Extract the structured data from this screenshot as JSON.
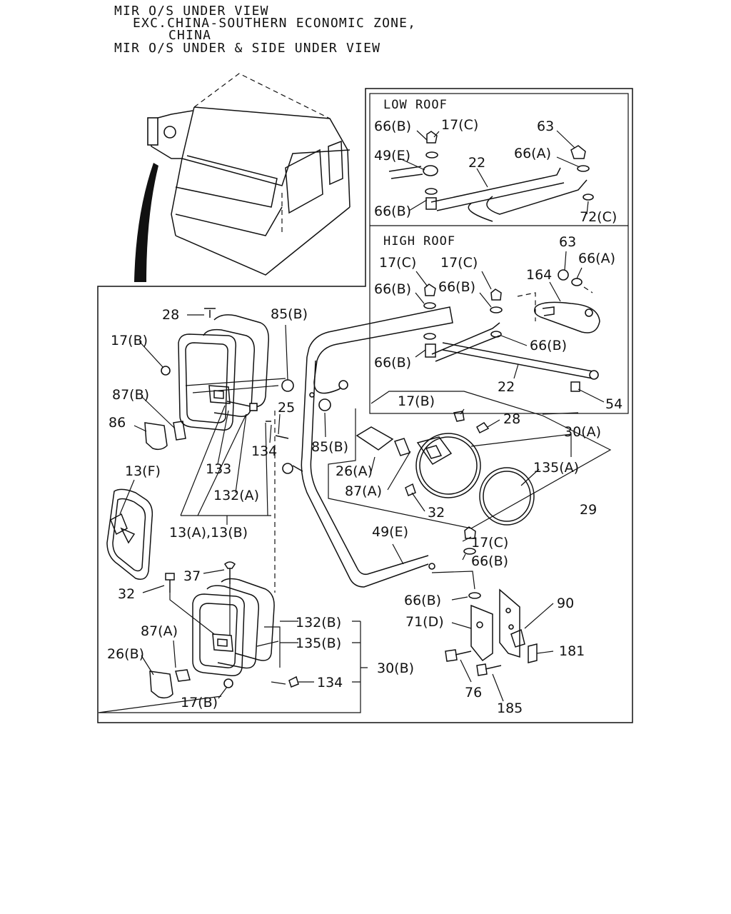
{
  "header": {
    "line1": "MIR O/S UNDER VIEW",
    "line2": "EXC.CHINA-SOUTHERN ECONOMIC ZONE,",
    "line3": "CHINA",
    "line4": "MIR O/S UNDER & SIDE UNDER VIEW"
  },
  "sections": {
    "low_roof": "LOW ROOF",
    "high_roof": "HIGH ROOF"
  },
  "callouts": {
    "lr_66b_top": "66(B)",
    "lr_17c": "17(C)",
    "lr_63": "63",
    "lr_49e": "49(E)",
    "lr_22": "22",
    "lr_66a": "66(A)",
    "lr_66b_bot": "66(B)",
    "lr_72c": "72(C)",
    "hr_63": "63",
    "hr_17c_l": "17(C)",
    "hr_17c_r": "17(C)",
    "hr_66a": "66(A)",
    "hr_164": "164",
    "hr_66b_l": "66(B)",
    "hr_66b_m": "66(B)",
    "hr_66b_r": "66(B)",
    "hr_66b_low": "66(B)",
    "hr_22": "22",
    "hr_54": "54",
    "m_28a": "28",
    "m_85b_top": "85(B)",
    "m_17b_a": "17(B)",
    "m_87b": "87(B)",
    "m_86": "86",
    "m_25": "25",
    "m_134a": "134",
    "m_133": "133",
    "m_13f": "13(F)",
    "m_132a": "132(A)",
    "m_13ab": "13(A),13(B)",
    "m_85b_mid": "85(B)",
    "m_17b_b": "17(B)",
    "m_28b": "28",
    "m_30a": "30(A)",
    "m_135a": "135(A)",
    "m_26a": "26(A)",
    "m_87a_top": "87(A)",
    "m_32a": "32",
    "m_29": "29",
    "m_49e": "49(E)",
    "m_17c": "17(C)",
    "m_66b_a": "66(B)",
    "m_66b_b": "66(B)",
    "m_90": "90",
    "m_71d": "71(D)",
    "m_181": "181",
    "m_76": "76",
    "m_185": "185",
    "m_37": "37",
    "m_32b": "32",
    "m_87a_bot": "87(A)",
    "m_26b": "26(B)",
    "m_132b": "132(B)",
    "m_135b": "135(B)",
    "m_30b": "30(B)",
    "m_134b": "134",
    "m_17b_c": "17(B)"
  }
}
